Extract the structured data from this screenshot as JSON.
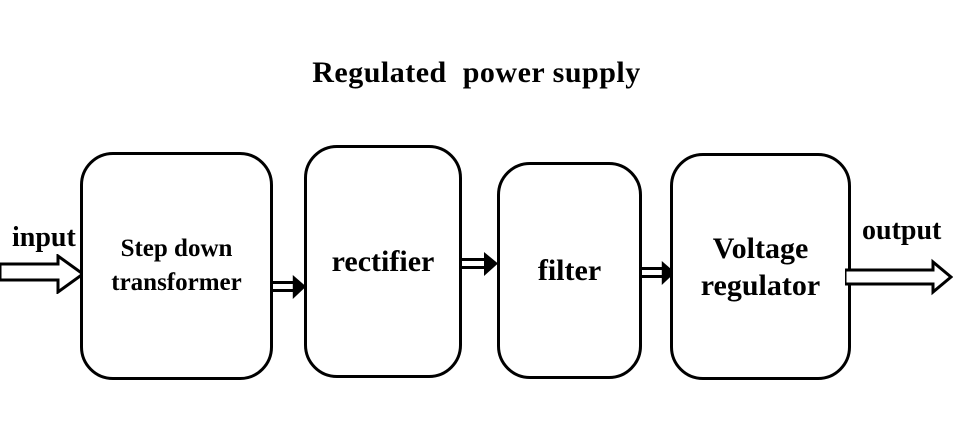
{
  "title": "Regulated  power supply",
  "labels": {
    "input": "input",
    "output": "output"
  },
  "blocks": [
    {
      "id": "step-down-transformer",
      "lines": [
        "Step down",
        "transformer"
      ]
    },
    {
      "id": "rectifier",
      "lines": [
        "rectifier"
      ]
    },
    {
      "id": "filter",
      "lines": [
        "filter"
      ]
    },
    {
      "id": "voltage-regulator",
      "lines": [
        "Voltage",
        "regulator"
      ]
    }
  ],
  "flow": [
    "input",
    "Step down transformer",
    "rectifier",
    "filter",
    "Voltage regulator",
    "output"
  ],
  "icons": {
    "input_arrow": "hollow-right-arrow",
    "between_blocks_arrow": "double-line-right-arrow",
    "output_arrow": "hollow-right-arrow"
  },
  "colors": {
    "ink": "#000000",
    "paper": "#ffffff"
  }
}
